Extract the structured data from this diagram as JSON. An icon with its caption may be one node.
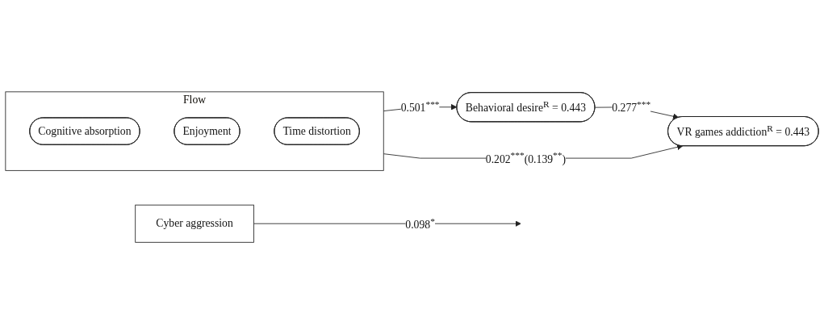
{
  "diagram": {
    "nodes": [
      {
        "text": [
          "Flow"
        ]
      },
      {
        "text": [
          "Cognitive absorption"
        ],
        "in": 0
      },
      {
        "text": [
          "Enjoyment"
        ],
        "in": 0
      },
      {
        "text": [
          "Time distortion"
        ],
        "in": 0
      },
      {
        "text": [
          "Behavioral desire$^{R}$ = 0.443"
        ]
      },
      {
        "text": [
          "VR games addiction$^{R}$ = 0.443"
        ]
      },
      {
        "text": [
          "Cyber aggression"
        ]
      }
    ],
    "edges": [
      {
        "from": 0,
        "to": 4,
        "arrow": "to",
        "label": "0.501$^{***}$"
      },
      {
        "from": 4,
        "to": 5,
        "arrow": "to",
        "label": "0.277$^{***}$"
      },
      {
        "from": 0,
        "to": 5,
        "arrow": "to",
        "label": "0.202$^{***}$(0.139$^{**}$)"
      },
      {
        "from": 6,
        "to": null,
        "arrow": "to",
        "label": "0.098$^{*}$"
      }
    ]
  }
}
